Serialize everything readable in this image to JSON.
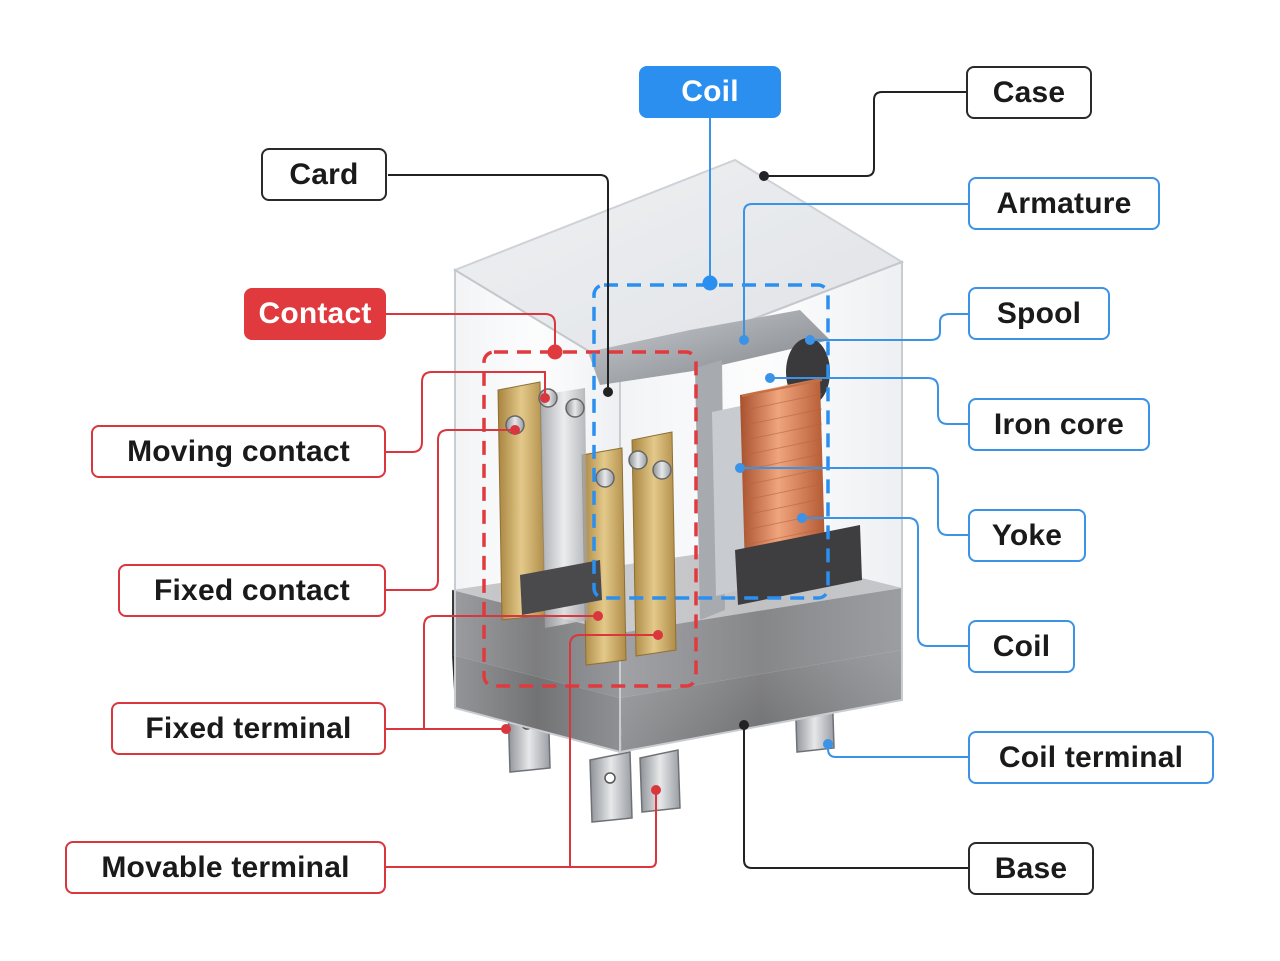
{
  "colors": {
    "accent_blue": "#2b8ff0",
    "line_blue": "#3a93e6",
    "accent_red": "#e03a3e",
    "line_red": "#d9363e",
    "line_dark": "#222222",
    "copper": "#d9825a",
    "brass": "#c9a45a",
    "base": "#3a3a3a"
  },
  "labels": {
    "coil_group": "Coil",
    "case": "Case",
    "card": "Card",
    "armature": "Armature",
    "contact_group": "Contact",
    "spool": "Spool",
    "moving_contact": "Moving contact",
    "iron_core": "Iron core",
    "yoke": "Yoke",
    "fixed_contact": "Fixed contact",
    "coil": "Coil",
    "fixed_terminal": "Fixed terminal",
    "coil_terminal": "Coil terminal",
    "movable_terminal": "Movable terminal",
    "base": "Base"
  },
  "icons": {
    "relay": "relay-illustration-icon"
  }
}
